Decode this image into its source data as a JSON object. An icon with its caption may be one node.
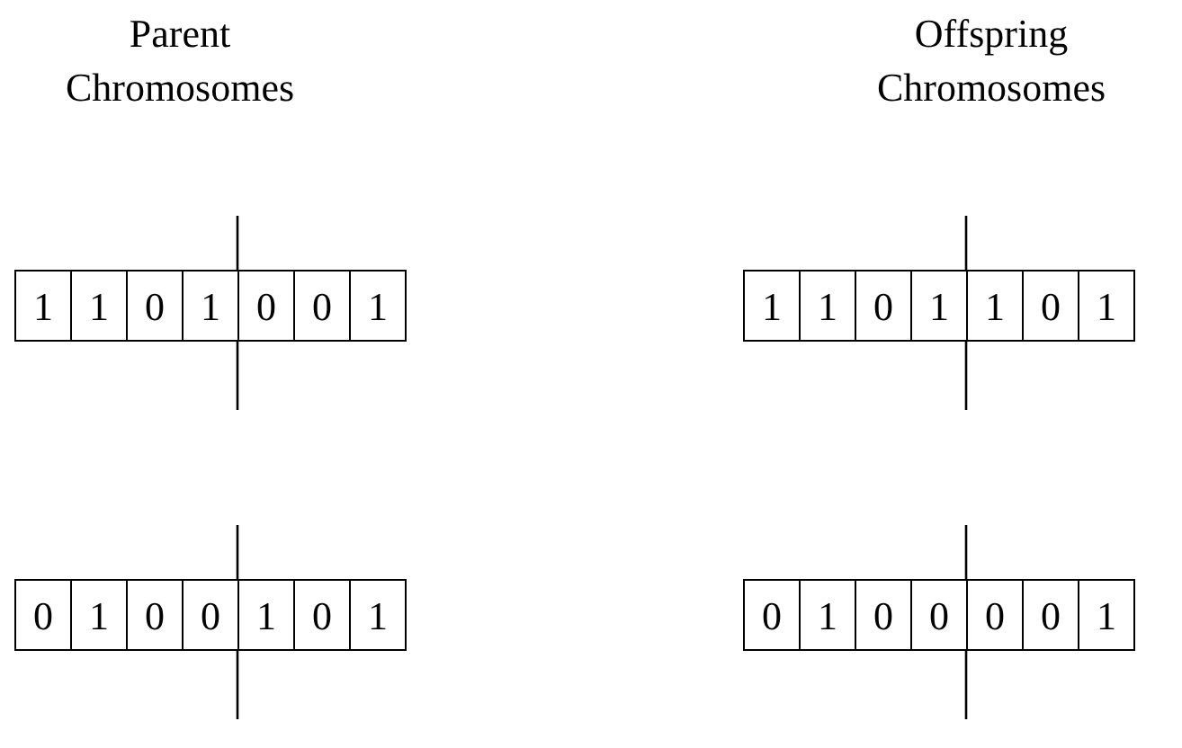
{
  "diagram": {
    "nodes": [
      {
        "text": [
          "1"
        ]
      },
      {
        "text": [
          "1"
        ]
      },
      {
        "text": [
          "0"
        ]
      },
      {
        "text": [
          "1"
        ]
      },
      {
        "text": [
          "0"
        ]
      },
      {
        "text": [
          "0"
        ]
      },
      {
        "text": [
          "1"
        ]
      },
      {
        "text": [
          "1"
        ]
      },
      {
        "text": [
          "1"
        ]
      },
      {
        "text": [
          "0"
        ]
      },
      {
        "text": [
          "1"
        ]
      },
      {
        "text": [
          "1"
        ]
      },
      {
        "text": [
          "0"
        ]
      },
      {
        "text": [
          "1"
        ]
      },
      {
        "text": [
          "0"
        ]
      },
      {
        "text": [
          "1"
        ]
      },
      {
        "text": [
          "0"
        ]
      },
      {
        "text": [
          "0"
        ]
      },
      {
        "text": [
          "1"
        ]
      },
      {
        "text": [
          "0"
        ]
      },
      {
        "text": [
          "1"
        ]
      },
      {
        "text": [
          "0"
        ]
      },
      {
        "text": [
          "1"
        ]
      },
      {
        "text": [
          "0"
        ]
      },
      {
        "text": [
          "0"
        ]
      },
      {
        "text": [
          "0"
        ]
      },
      {
        "text": [
          "0"
        ]
      },
      {
        "text": [
          "1"
        ]
      }
    ],
    "labels": [
      "Parent Chromosomes",
      "Offspring Chromosomes"
    ]
  }
}
